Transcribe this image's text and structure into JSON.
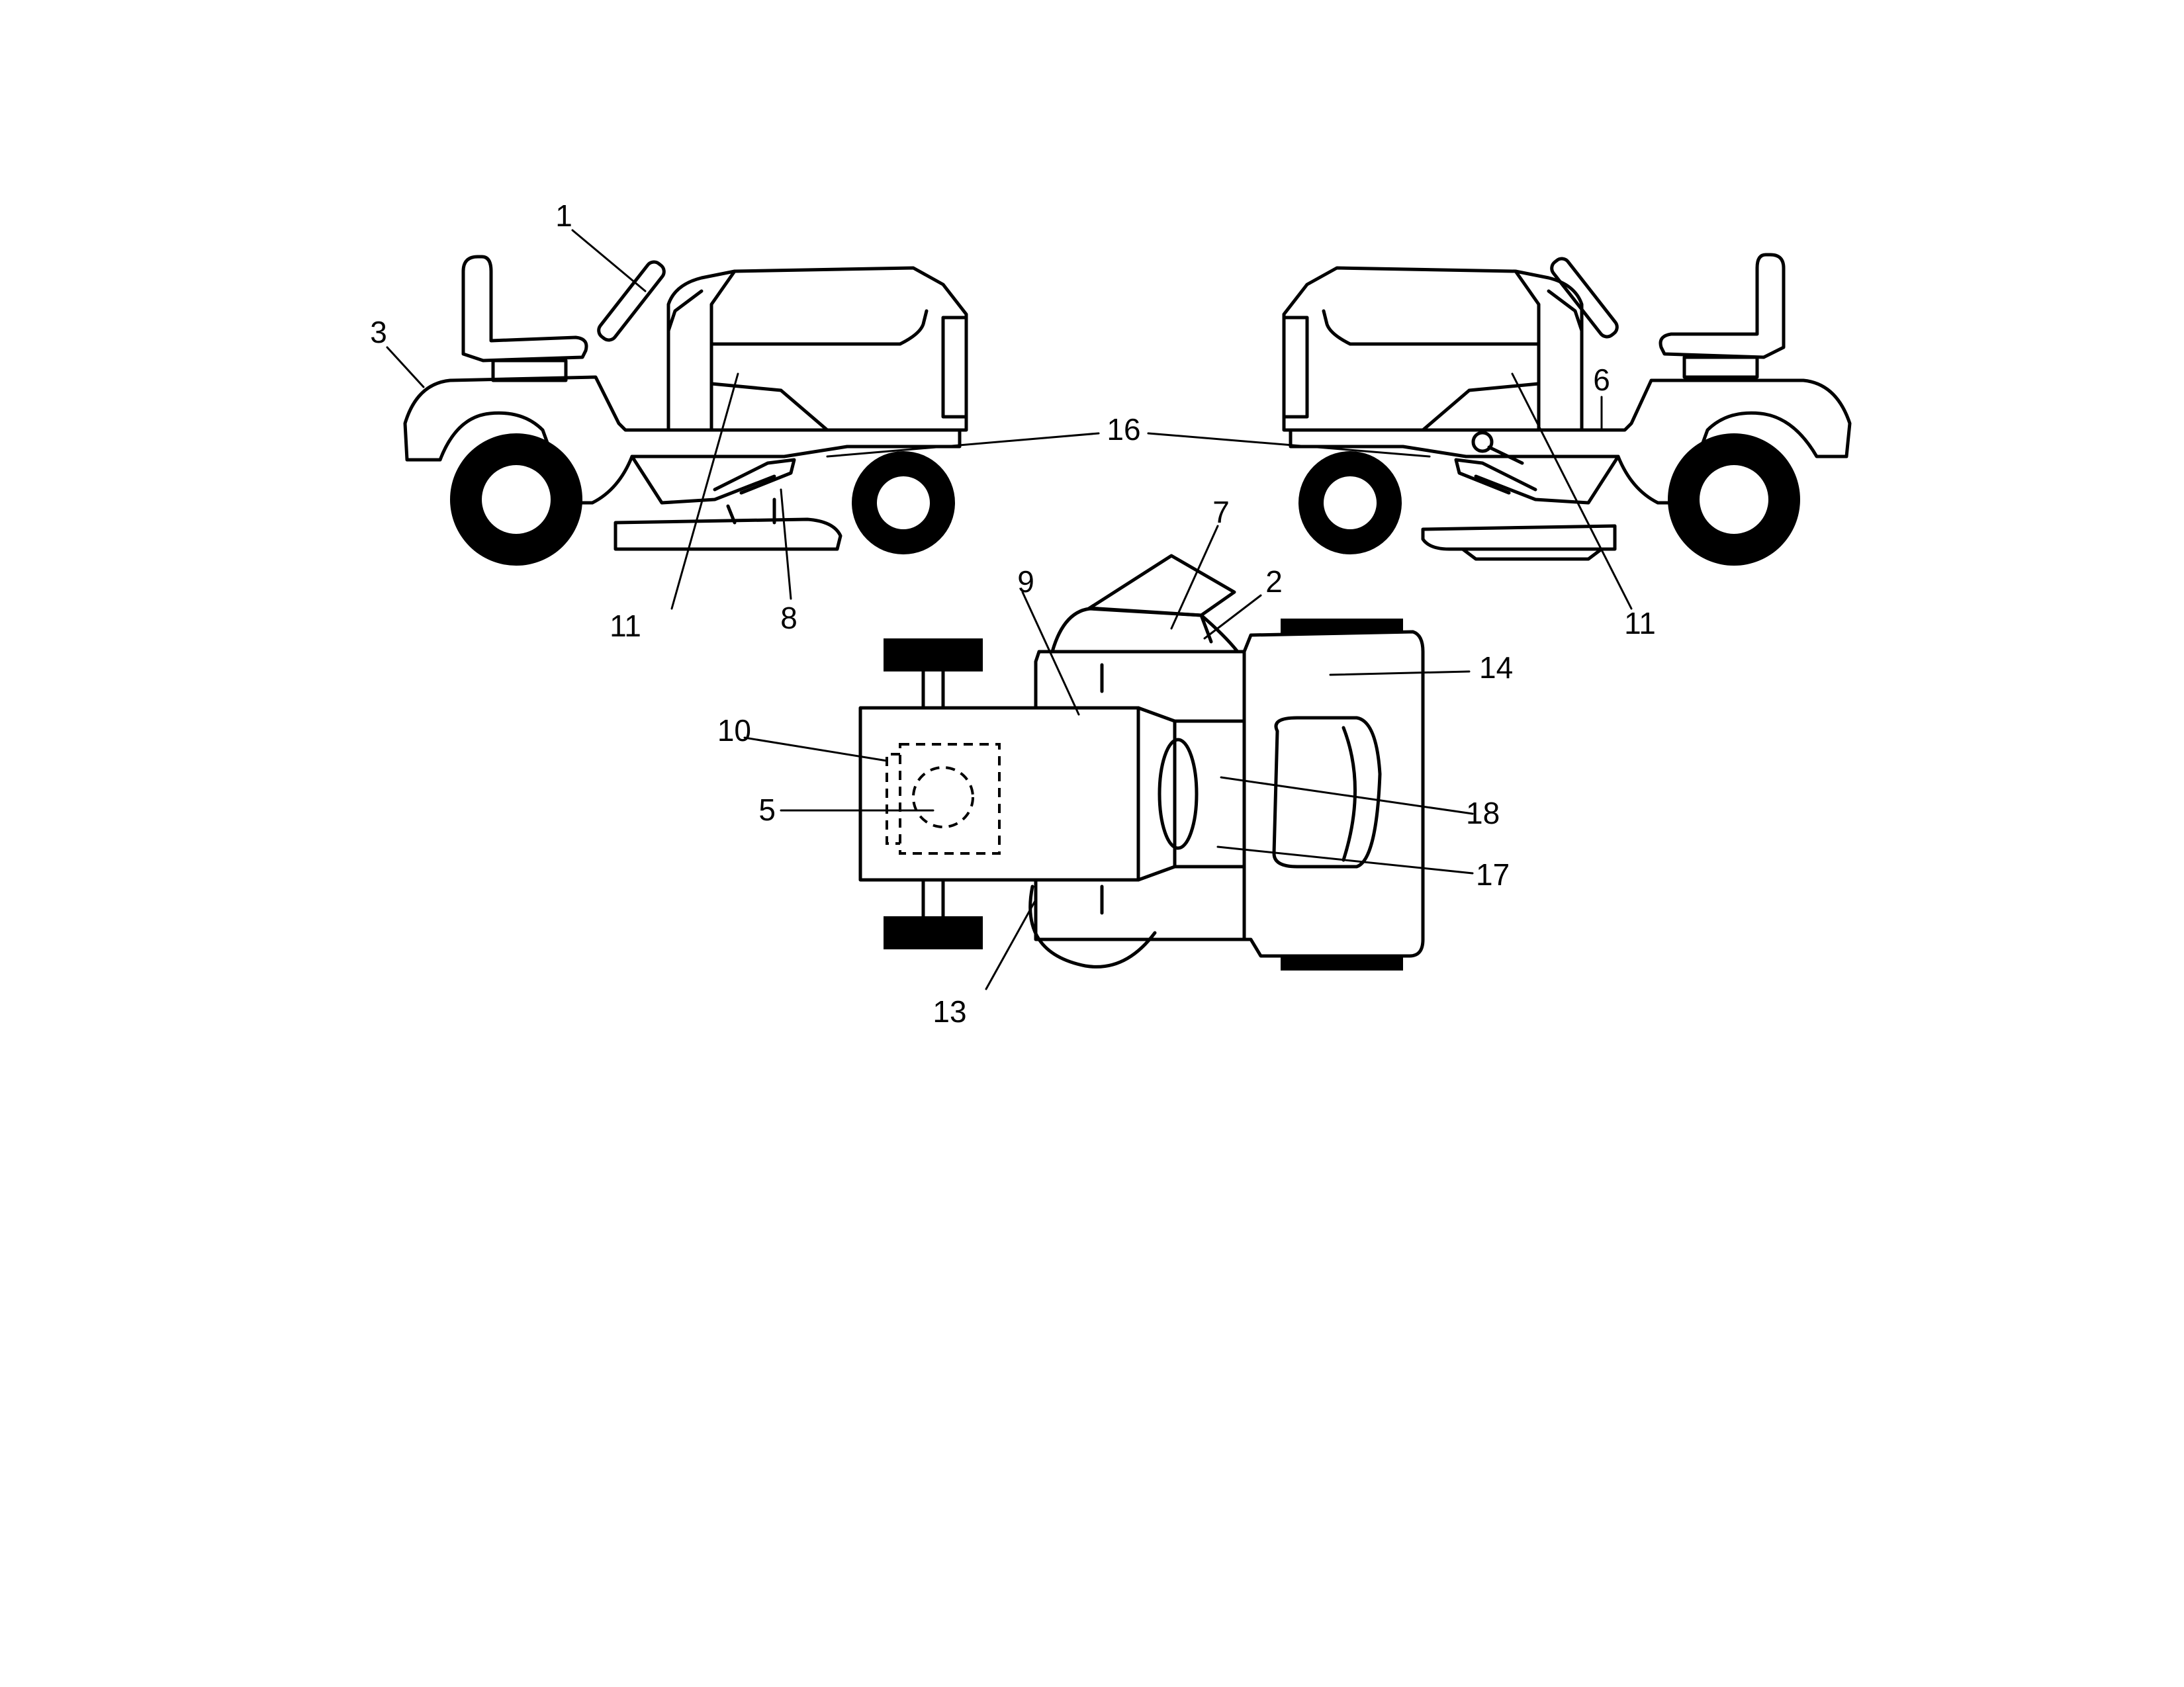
{
  "callouts": {
    "c1": "1",
    "c2": "2",
    "c3": "3",
    "c5": "5",
    "c6": "6",
    "c7": "7",
    "c8": "8",
    "c9": "9",
    "c10": "10",
    "c11_left": "11",
    "c11_right": "11",
    "c13": "13",
    "c14": "14",
    "c16": "16",
    "c17": "17",
    "c18": "18"
  }
}
